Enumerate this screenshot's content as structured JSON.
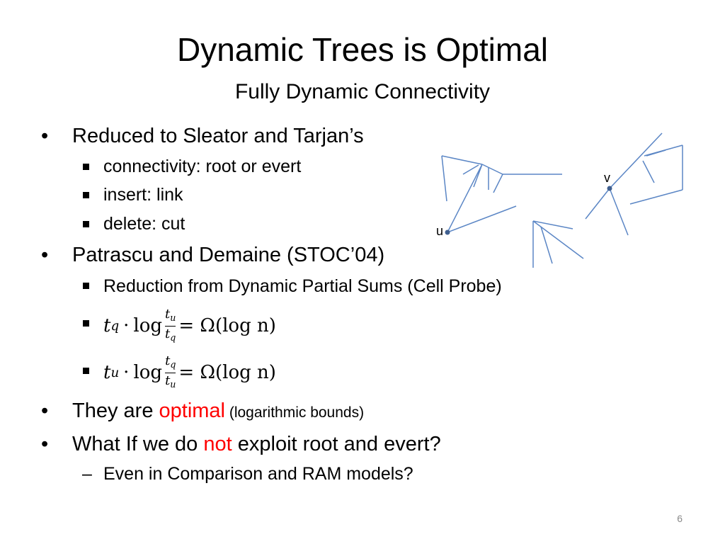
{
  "slide": {
    "title": "Dynamic Trees is Optimal",
    "subtitle": "Fully Dynamic Connectivity",
    "bullets": {
      "b1": "Reduced to Sleator and Tarjan’s",
      "b1_1": "connectivity: root or evert",
      "b1_2": "insert: link",
      "b1_3": "delete: cut",
      "b2": "Patrascu and Demaine (STOC’04)",
      "b2_1": "Reduction from Dynamic Partial Sums (Cell Probe)",
      "b3_pre": "They are ",
      "b3_red": "optimal",
      "b3_small": " (logarithmic bounds)",
      "b4_pre": "What If we do ",
      "b4_red": "not",
      "b4_post": " exploit root and evert?",
      "b4_1": "Even in Comparison and RAM models?"
    },
    "formula1": {
      "t": "t",
      "sub": "q",
      "dot": "·",
      "log": "log",
      "num_t": "t",
      "num_sub": "u",
      "den_t": "t",
      "den_sub": "q",
      "rhs": "= Ω(log n)"
    },
    "formula2": {
      "t": "t",
      "sub": "u",
      "dot": "·",
      "log": "log",
      "num_t": "t",
      "num_sub": "q",
      "den_t": "t",
      "den_sub": "u",
      "rhs": "= Ω(log n)"
    },
    "node_labels": {
      "u": "u",
      "v": "v"
    },
    "page_number": "6",
    "colors": {
      "accent": "#ff0000",
      "tree_line": "#5b86c5",
      "node": "#3f5f8f"
    }
  }
}
